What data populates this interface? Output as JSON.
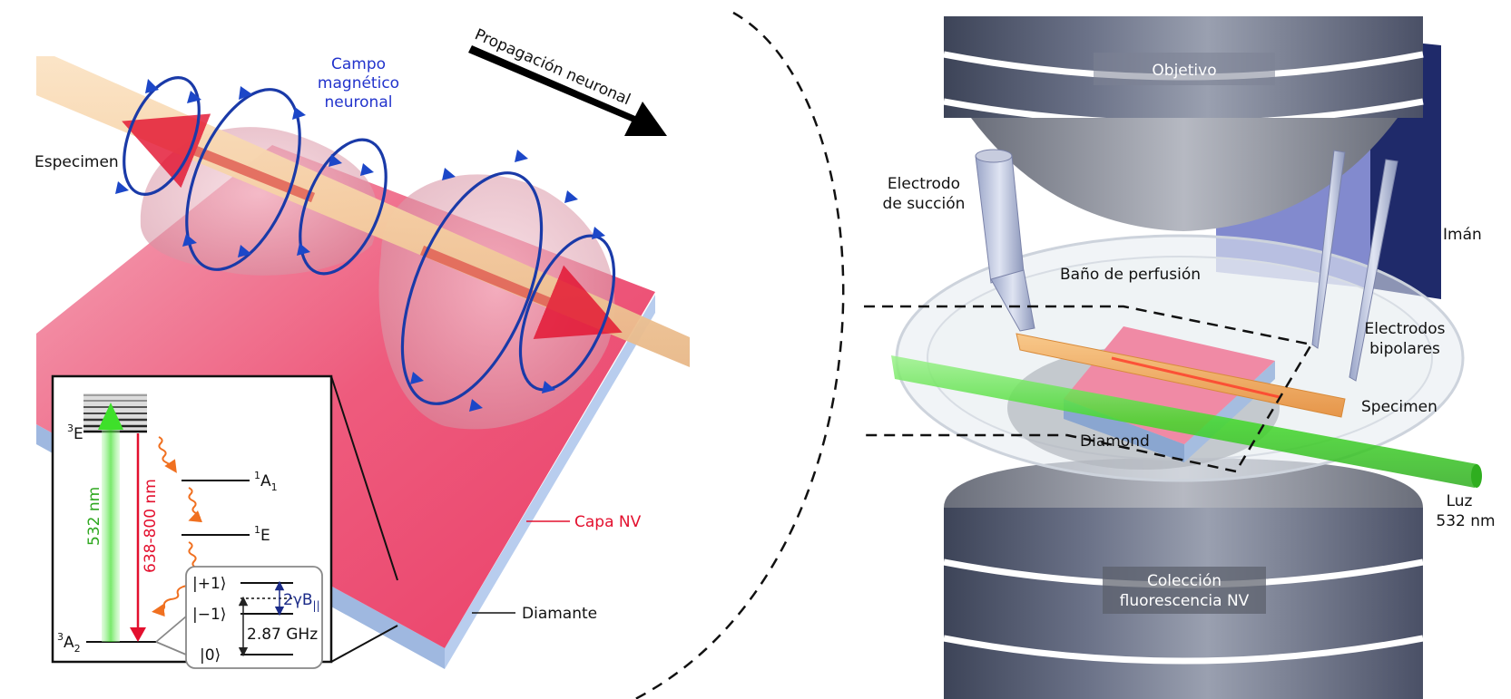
{
  "left_panel": {
    "propagation": "Propagación neuronal",
    "field_label": [
      "Campo",
      "magnético",
      "neuronal"
    ],
    "specimen": "Especimen",
    "nv_layer": "Capa NV",
    "diamond": "Diamante"
  },
  "energy_diagram": {
    "excited_state": "E",
    "excited_sup": "3",
    "ground_state": "A",
    "ground_sup": "3",
    "ground_sub": "2",
    "singlet_a": "A",
    "singlet_a_sup": "1",
    "singlet_a_sub": "1",
    "singlet_e": "E",
    "singlet_e_sup": "1",
    "excitation": "532 nm",
    "emission": "638-800 nm",
    "sublevel_plus": "|+1⟩",
    "sublevel_minus": "|−1⟩",
    "sublevel_zero": "|0⟩",
    "zeeman": "2γB",
    "zeeman_sub": "||",
    "zero_field": "2.87 GHz"
  },
  "right_panel": {
    "objective": "Objetivo",
    "suction": [
      "Electrodo",
      "de succión"
    ],
    "magnet": "Imán",
    "bath": "Baño de perfusión",
    "bipolar": [
      "Electrodos",
      "bipolares"
    ],
    "specimen": "Specimen",
    "diamond": "Diamond",
    "light": [
      "Luz",
      "532 nm"
    ],
    "collection": [
      "Colección",
      "fluorescencia NV"
    ]
  },
  "colors": {
    "nv_layer": "#f0557a",
    "diamond": "#9fb8e0",
    "field_lines": "#1a3aa8",
    "laser": "#55dd44",
    "emission": "#e3102e",
    "decay": "#f07020"
  }
}
